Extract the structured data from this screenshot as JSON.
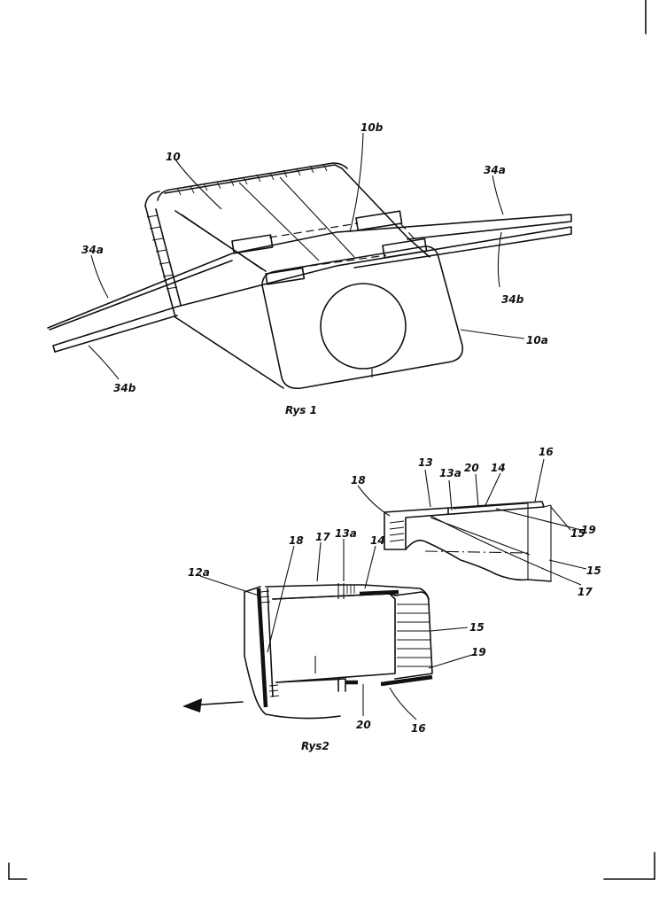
{
  "figure1": {
    "caption": "Rys 1",
    "labels": {
      "l10": "10",
      "l10b": "10b",
      "l34a_right": "34a",
      "l34a_left": "34a",
      "l34b_right": "34b",
      "l34b_left": "34b",
      "l10a": "10a"
    }
  },
  "figure2": {
    "caption": "Rys2",
    "labels": {
      "l13": "13",
      "l13a_top": "13a",
      "l20_top": "20",
      "l14_top": "14",
      "l16_top": "16",
      "l18_top": "18",
      "l15_a": "15",
      "l19_top": "19",
      "l15_b": "15",
      "l17_top": "17",
      "l12a": "12a",
      "l18_bottom": "18",
      "l17_bottom": "17",
      "l13a_bottom": "13a",
      "l14_bottom": "14",
      "l15_c": "15",
      "l19_bottom": "19",
      "l20_bottom": "20",
      "l16_bottom": "16"
    }
  }
}
